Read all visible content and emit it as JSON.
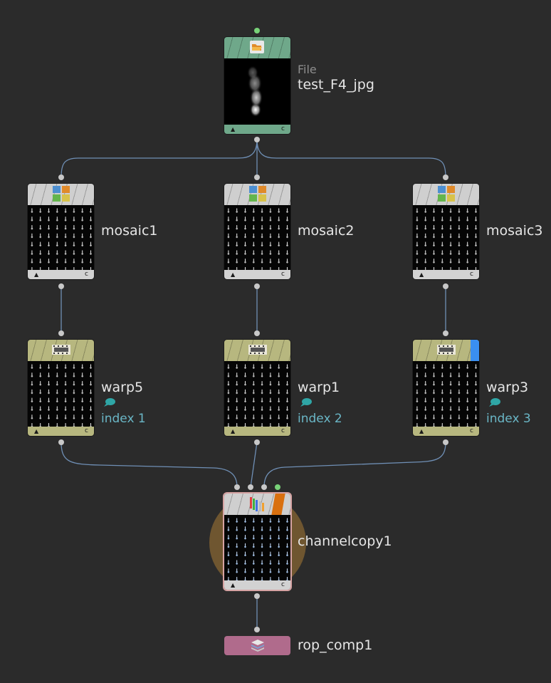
{
  "colors": {
    "background": "#2b2b2b",
    "file_header": "#6fa88a",
    "mosaic_header": "#cfcfcf",
    "warp_header": "#b7b77f",
    "rop_body": "#b06b8c",
    "wire": "#6f8fb5",
    "index_text": "#6ab6c6",
    "halo": "#6f5630"
  },
  "nodes": {
    "file": {
      "type_label": "File",
      "name": "test_F4_jpg",
      "icon": "folder-open-icon",
      "footer_mark": "c"
    },
    "mosaic1": {
      "name": "mosaic1",
      "icon": "mosaic-icon",
      "footer_mark": "c"
    },
    "mosaic2": {
      "name": "mosaic2",
      "icon": "mosaic-icon",
      "footer_mark": "c"
    },
    "mosaic3": {
      "name": "mosaic3",
      "icon": "mosaic-icon",
      "footer_mark": "c"
    },
    "warp5": {
      "name": "warp5",
      "comment": "index 1",
      "icon": "warp-film-icon",
      "footer_mark": "c"
    },
    "warp1": {
      "name": "warp1",
      "comment": "index 2",
      "icon": "warp-film-icon",
      "footer_mark": "c"
    },
    "warp3": {
      "name": "warp3",
      "comment": "index 3",
      "icon": "warp-film-icon",
      "footer_mark": "c"
    },
    "channelcopy1": {
      "name": "channelcopy1",
      "icon": "channel-copy-icon",
      "footer_mark": "c"
    },
    "rop_comp1": {
      "name": "rop_comp1",
      "icon": "rop-stack-icon"
    }
  }
}
